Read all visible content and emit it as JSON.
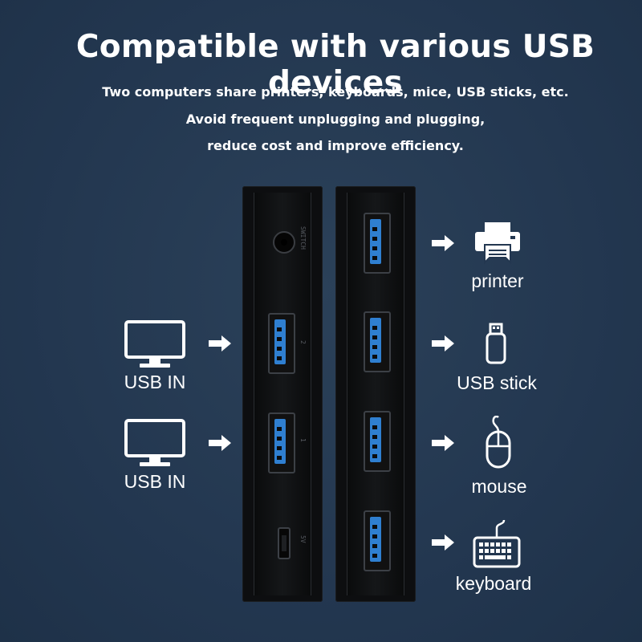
{
  "heading": {
    "title": "Compatible with various USB devices",
    "line1": "Two computers share printers, keyboards, mice, USB sticks, etc.",
    "line2": "Avoid frequent unplugging and plugging,",
    "line3": "reduce cost and improve efficiency."
  },
  "inputs": [
    {
      "label": "USB IN",
      "icon": "monitor-icon"
    },
    {
      "label": "USB IN",
      "icon": "monitor-icon"
    }
  ],
  "devices": [
    {
      "label": "printer",
      "icon": "printer-icon"
    },
    {
      "label": "USB stick",
      "icon": "usb-stick-icon"
    },
    {
      "label": "mouse",
      "icon": "mouse-icon"
    },
    {
      "label": "keyboard",
      "icon": "keyboard-icon"
    }
  ],
  "hardware": {
    "switch_text": "SWITCH",
    "port2_text": "2",
    "port1_text": "1",
    "power_text": "5V"
  },
  "colors": {
    "background": "#233750",
    "port_blue": "#2f7fd0",
    "device_body": "#0d0e10"
  }
}
